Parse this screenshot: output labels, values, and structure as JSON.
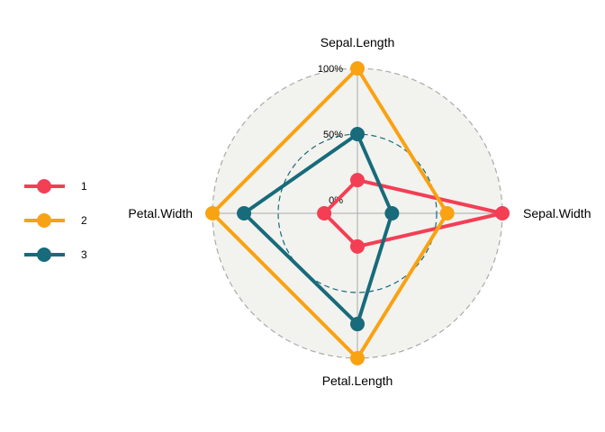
{
  "chart_data": {
    "type": "radar",
    "axes": [
      "Sepal.Length",
      "Sepal.Width",
      "Petal.Length",
      "Petal.Width"
    ],
    "grid_labels": [
      "0%",
      "50%",
      "100%"
    ],
    "range": [
      0,
      1
    ],
    "series": [
      {
        "name": "1",
        "color": "#f43e54",
        "values": [
          0.15,
          1.0,
          0.15,
          0.15
        ]
      },
      {
        "name": "2",
        "color": "#f9a212",
        "values": [
          1.0,
          0.58,
          1.0,
          1.0
        ]
      },
      {
        "name": "3",
        "color": "#176b7a",
        "values": [
          0.5,
          0.16,
          0.74,
          0.76
        ]
      }
    ],
    "legend_position": "left",
    "background_color": "#f2f2ef",
    "grid_color": "#aaaaaa",
    "mid_ring_color": "#176b7a"
  }
}
